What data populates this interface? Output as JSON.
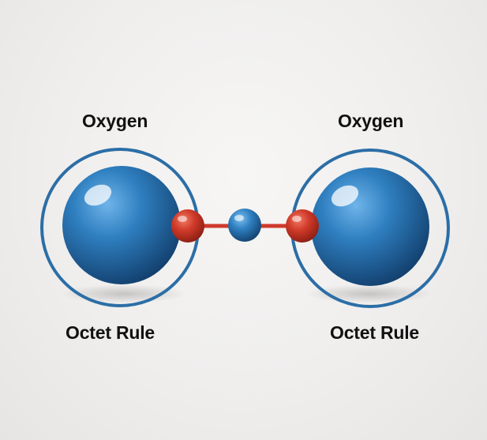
{
  "atoms": [
    {
      "name": "Oxygen",
      "caption": "Octet Rule"
    },
    {
      "name": "Oxygen",
      "caption": "Octet Rule"
    }
  ],
  "colors": {
    "atom": "#2f7dbd",
    "atom_dark": "#1a4f82",
    "orbit": "#2f6fa6",
    "electron": "#d23a2a",
    "bond": "#cf3a2b",
    "background": "#efeeed"
  }
}
